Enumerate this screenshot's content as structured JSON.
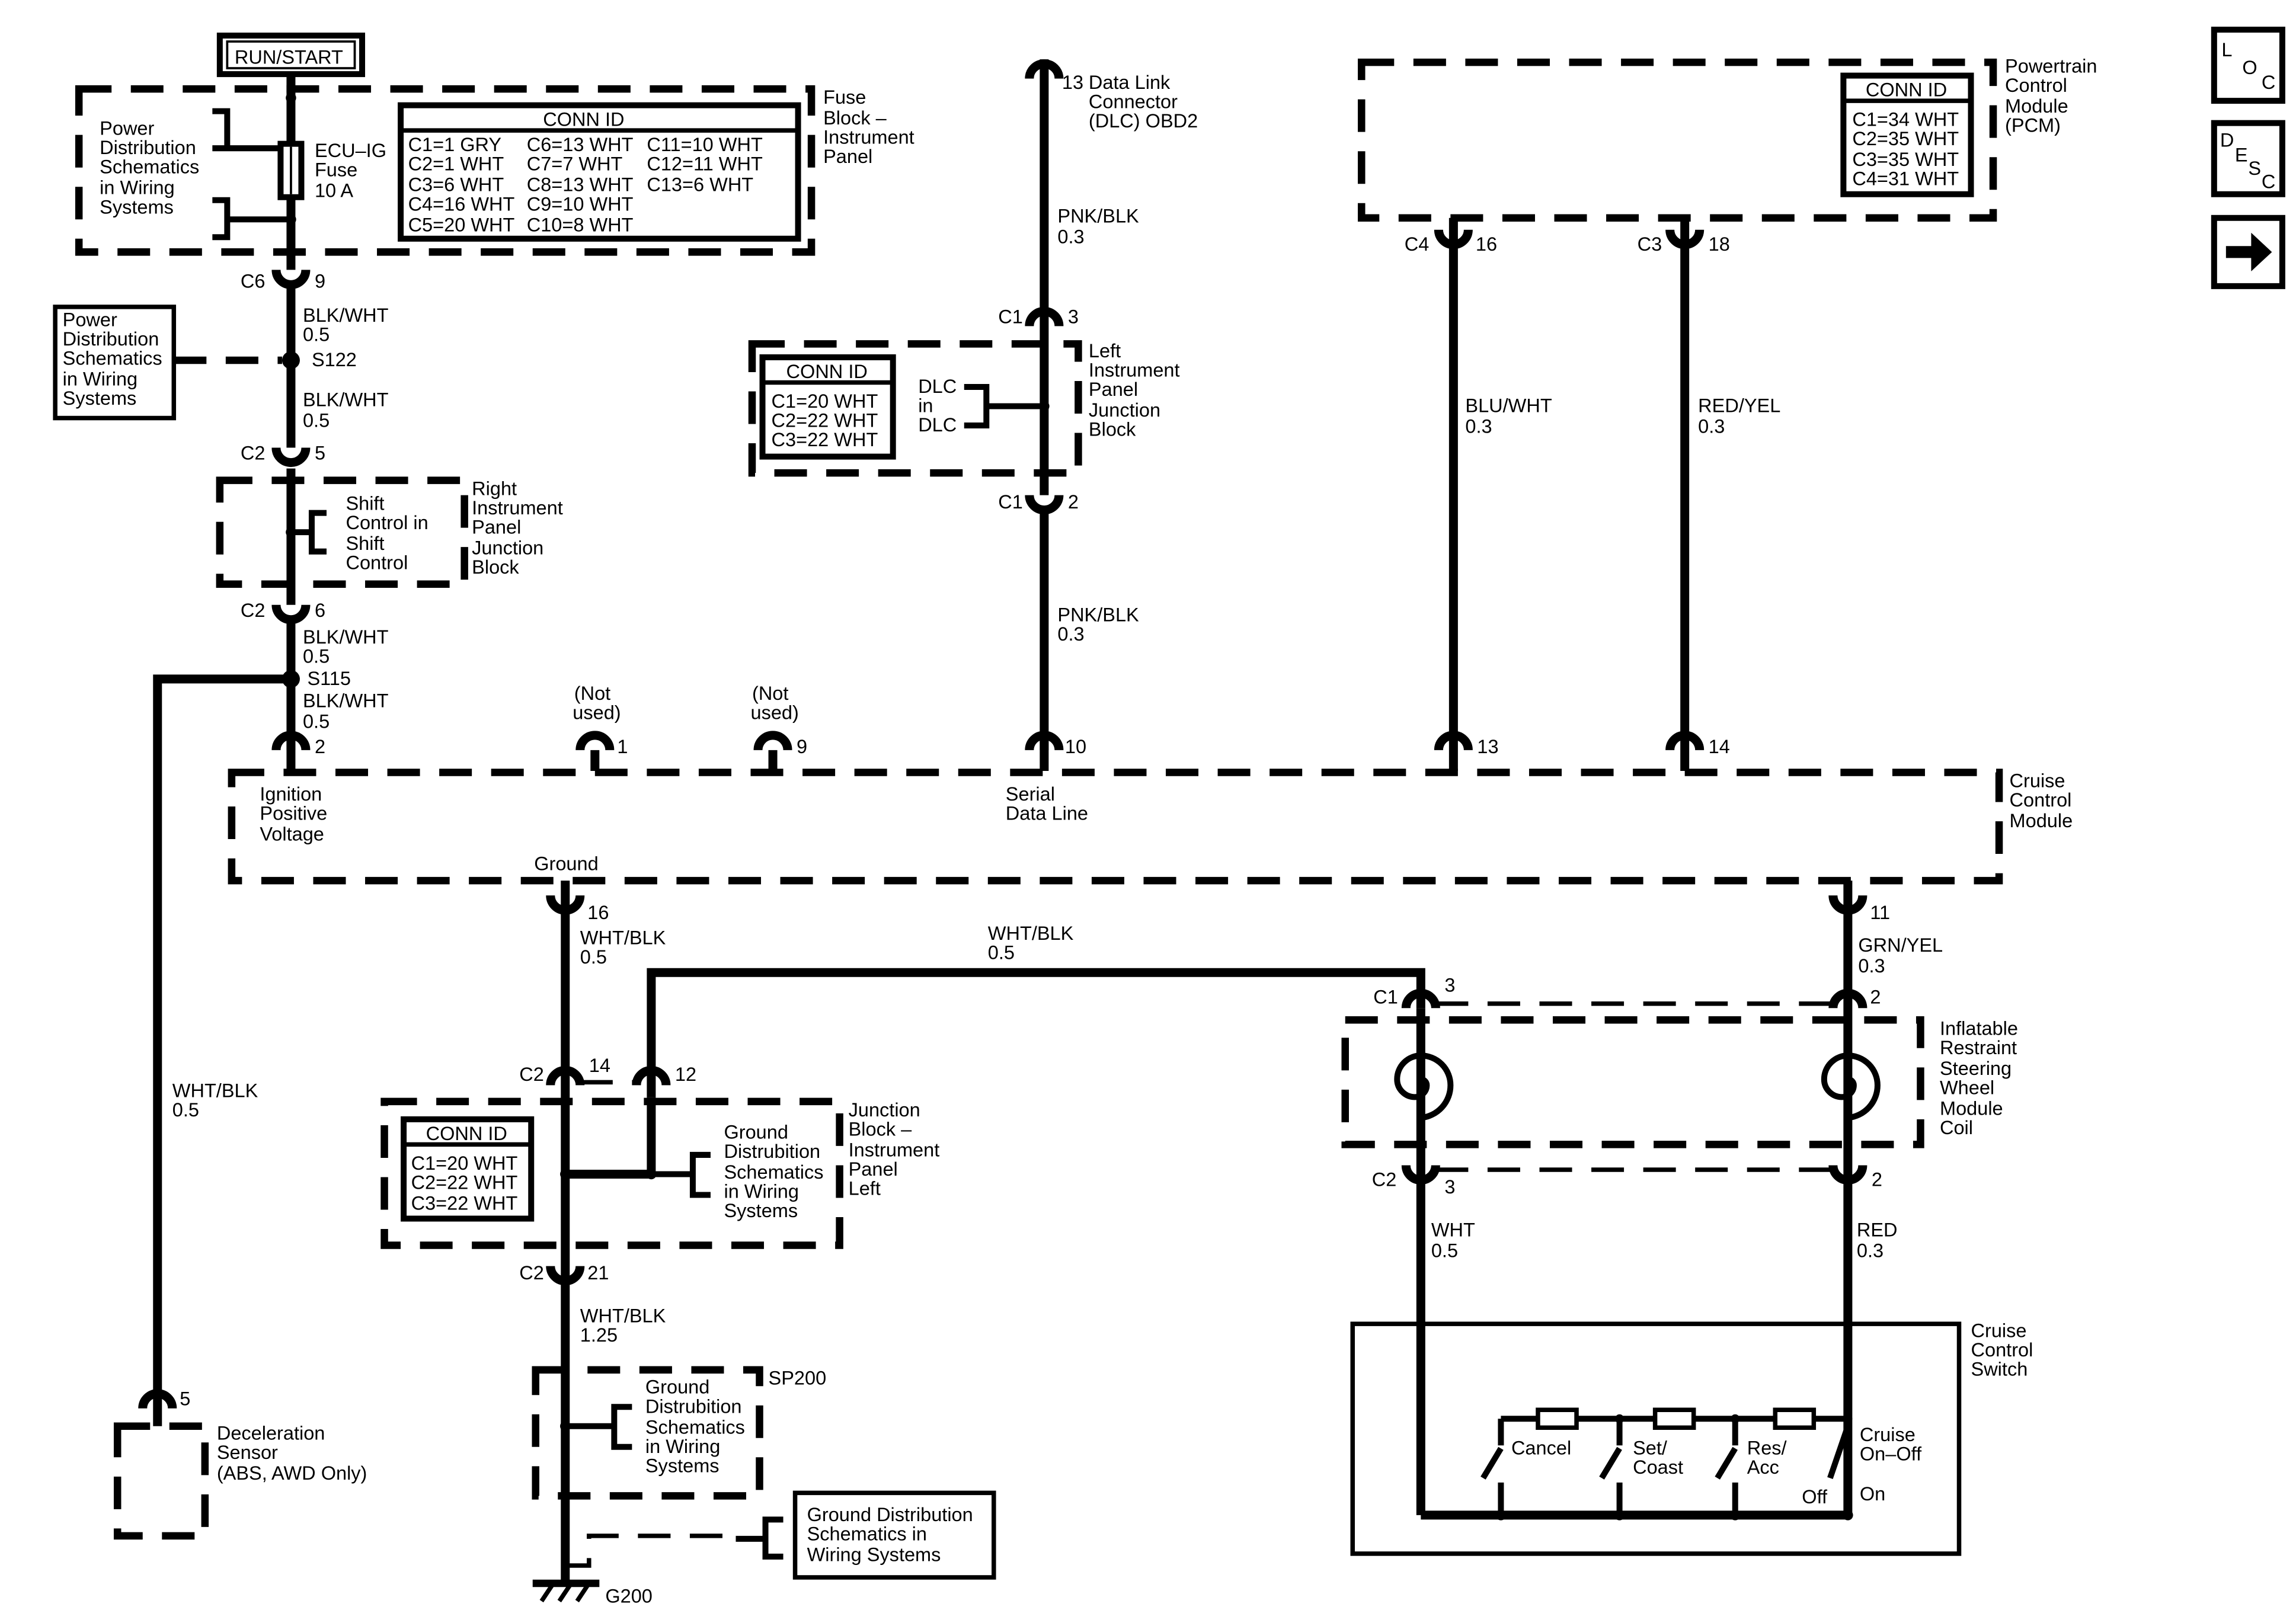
{
  "power": {
    "run_start": "RUN/START",
    "pds_fuse_block": [
      "Power",
      "Distribution",
      "Schematics",
      "in Wiring",
      "Systems"
    ],
    "fuse_name": [
      "ECU–IG",
      "Fuse",
      "10 A"
    ],
    "pds_s122": [
      "Power",
      "Distribution",
      "Schematics",
      "in Wiring",
      "Systems"
    ]
  },
  "fuse_block": {
    "name": [
      "Fuse",
      "Block –",
      "Instrument",
      "Panel"
    ],
    "conn_id_title": "CONN ID",
    "conn_ids": [
      [
        "C1=1 GRY",
        "C6=13 WHT",
        "C11=10 WHT"
      ],
      [
        "C2=1 WHT",
        "C7=7 WHT",
        "C12=11 WHT"
      ],
      [
        "C3=6 WHT",
        "C8=13 WHT",
        "C13=6 WHT"
      ],
      [
        "C4=16 WHT",
        "C9=10 WHT",
        ""
      ],
      [
        "C5=20 WHT",
        "C10=8 WHT",
        ""
      ]
    ]
  },
  "ignition_circuit": {
    "c6_conn": "C6",
    "c6_pin": "9",
    "wire1": [
      "BLK/WHT",
      "0.5"
    ],
    "splice_s122": "S122",
    "wire2": [
      "BLK/WHT",
      "0.5"
    ],
    "c2_conn_a": "C2",
    "c2_pin_a": "5",
    "shift_control": [
      "Shift",
      "Control in",
      "Shift",
      "Control"
    ],
    "right_ipjb": [
      "Right",
      "Instrument",
      "Panel",
      "Junction",
      "Block"
    ],
    "c2_conn_b": "C2",
    "c2_pin_b": "6",
    "wire3": [
      "BLK/WHT",
      "0.5"
    ],
    "splice_s115": "S115",
    "wire4": [
      "BLK/WHT",
      "0.5"
    ],
    "pin_2": "2",
    "decel_wire": [
      "WHT/BLK",
      "0.5"
    ]
  },
  "dlc": {
    "pin": "13",
    "name": [
      "Data Link",
      "Connector",
      "(DLC) OBD2"
    ],
    "wire1": [
      "PNK/BLK",
      "0.3"
    ],
    "c1_conn_a": "C1",
    "c1_pin_a": "3",
    "conn_id_title": "CONN ID",
    "conn_ids": [
      "C1=20 WHT",
      "C2=22 WHT",
      "C3=22 WHT"
    ],
    "dlc_in_dlc": [
      "DLC",
      "in",
      "DLC"
    ],
    "left_ipjb": [
      "Left",
      "Instrument",
      "Panel",
      "Junction",
      "Block"
    ],
    "c1_conn_b": "C1",
    "c1_pin_b": "2",
    "wire2": [
      "PNK/BLK",
      "0.3"
    ],
    "pin_10": "10"
  },
  "pcm": {
    "name": [
      "Powertrain",
      "Control",
      "Module",
      "(PCM)"
    ],
    "conn_id_title": "CONN ID",
    "conn_ids": [
      "C1=34 WHT",
      "C2=35 WHT",
      "C3=35 WHT",
      "C4=31 WHT"
    ],
    "c4_conn": "C4",
    "c4_pin": "16",
    "c3_conn": "C3",
    "c3_pin": "18",
    "wire_c4": [
      "BLU/WHT",
      "0.3"
    ],
    "wire_c3": [
      "RED/YEL",
      "0.3"
    ],
    "pin_13": "13",
    "pin_14": "14"
  },
  "nav": {
    "loc": [
      "L",
      "O",
      "C"
    ],
    "desc": [
      "D",
      "E",
      "S",
      "C"
    ]
  },
  "cruise_module": {
    "name": [
      "Cruise",
      "Control",
      "Module"
    ],
    "not_used_1": [
      "(Not",
      "used)"
    ],
    "pin_1": "1",
    "not_used_9": [
      "(Not",
      "used)"
    ],
    "pin_9": "9",
    "ignition_label": [
      "Ignition",
      "Positive",
      "Voltage"
    ],
    "serial_label": [
      "Serial",
      "Data Line"
    ],
    "ground_label": "Ground",
    "pin_16": "16",
    "pin_11": "11"
  },
  "ground_circuit": {
    "wire1": [
      "WHT/BLK",
      "0.5"
    ],
    "c2_conn_a": "C2",
    "c2_pin_a": "14",
    "pin_12": "12",
    "top_wire": [
      "WHT/BLK",
      "0.5"
    ],
    "conn_id_title": "CONN ID",
    "conn_ids": [
      "C1=20 WHT",
      "C2=22 WHT",
      "C3=22 WHT"
    ],
    "gds_jb": [
      "Ground",
      "Distrubition",
      "Schematics",
      "in Wiring",
      "Systems"
    ],
    "jb_left": [
      "Junction",
      "Block –",
      "Instrument",
      "Panel",
      "Left"
    ],
    "c2_conn_b": "C2",
    "c2_pin_b": "21",
    "wire2": [
      "WHT/BLK",
      "1.25"
    ],
    "gds_sp": [
      "Ground",
      "Distrubition",
      "Schematics",
      "in Wiring",
      "Systems"
    ],
    "sp200": "SP200",
    "gds_g200": [
      "Ground Distribution",
      "Schematics in",
      "Wiring Systems"
    ],
    "g200": "G200"
  },
  "decel_sensor": {
    "pin": "5",
    "name": [
      "Deceleration",
      "Sensor",
      "(ABS, AWD Only)"
    ]
  },
  "coil": {
    "c1_conn": "C1",
    "c1_pin_a": "3",
    "c1_pin_b": "2",
    "wire_grn": [
      "GRN/YEL",
      "0.3"
    ],
    "name": [
      "Inflatable",
      "Restraint",
      "Steering",
      "Wheel",
      "Module",
      "Coil"
    ],
    "c2_conn": "C2",
    "c2_pin_a": "3",
    "c2_pin_b": "2",
    "wire_wht": [
      "WHT",
      "0.5"
    ],
    "wire_red": [
      "RED",
      "0.3"
    ]
  },
  "cruise_switch": {
    "name": [
      "Cruise",
      "Control",
      "Switch"
    ],
    "cancel": "Cancel",
    "set_coast": [
      "Set/",
      "Coast"
    ],
    "res_acc": [
      "Res/",
      "Acc"
    ],
    "on_off": [
      "Cruise",
      "On–Off"
    ],
    "off": "Off",
    "on": "On"
  }
}
